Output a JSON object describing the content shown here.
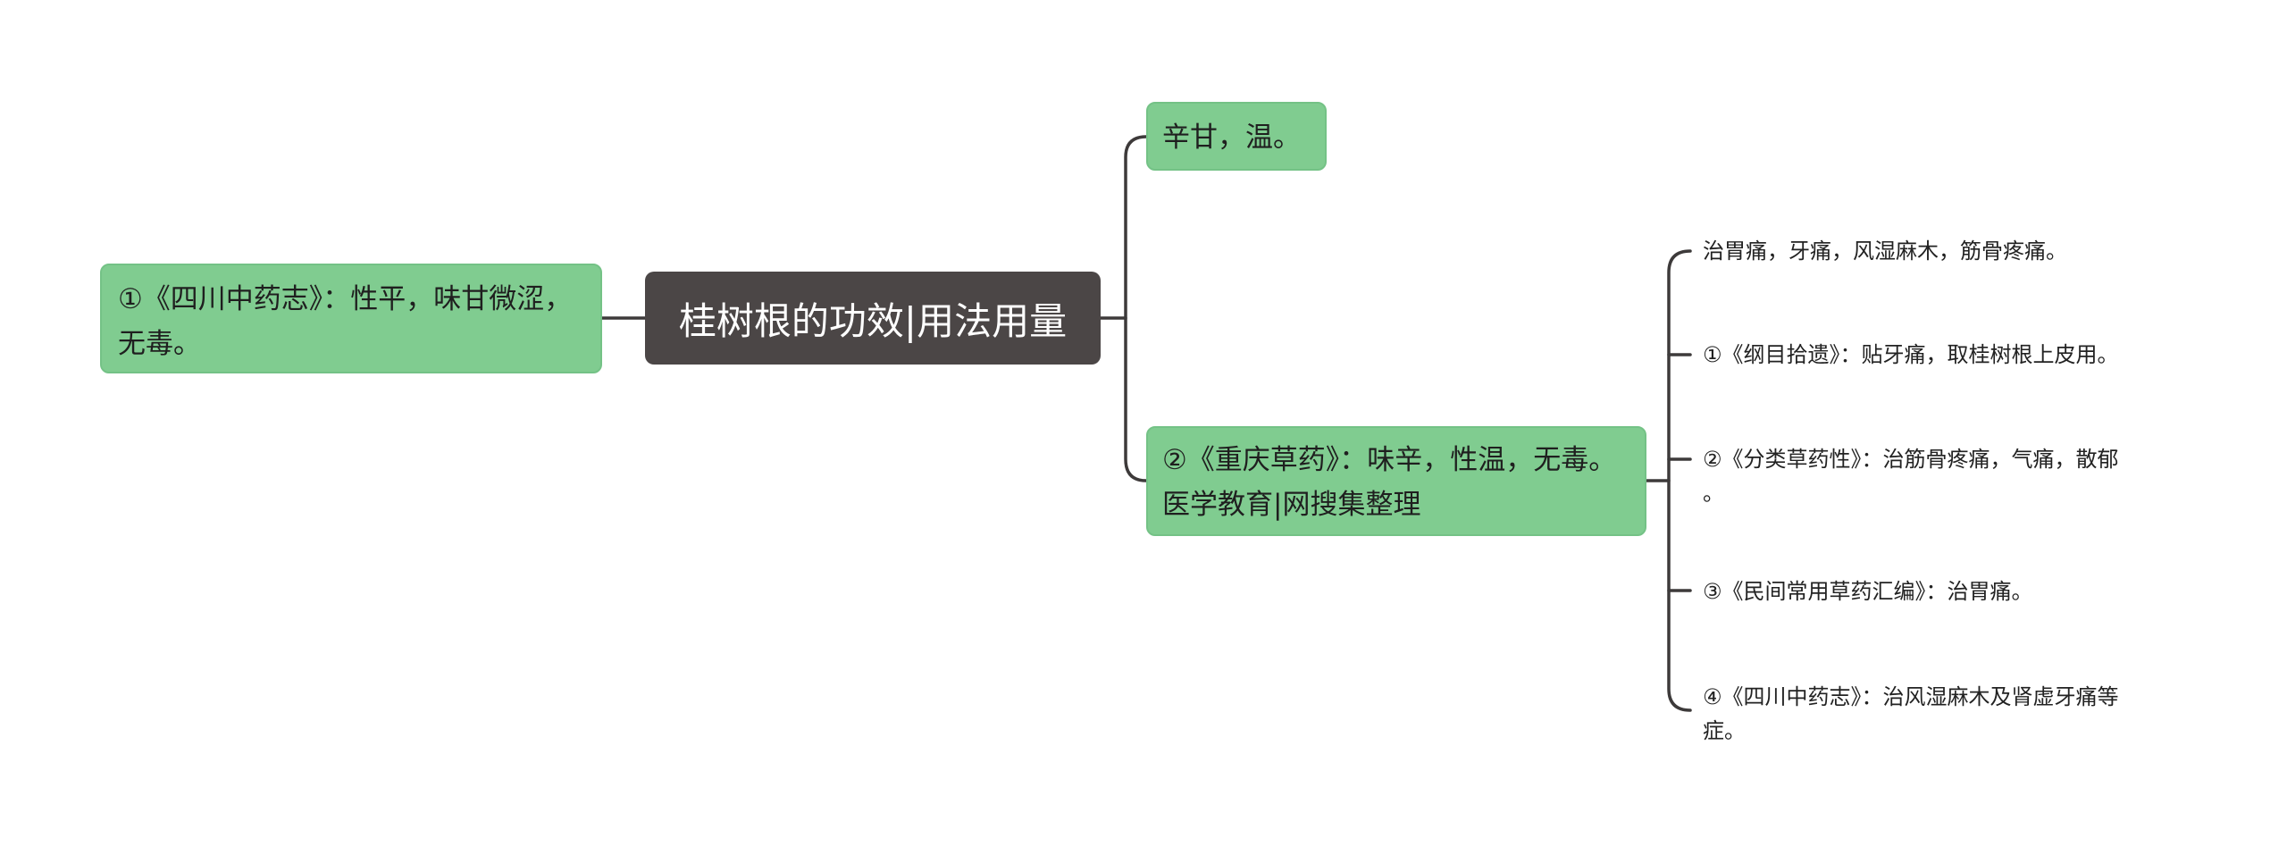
{
  "root": {
    "title": "桂树根的功效|用法用量"
  },
  "left_branch": {
    "text": "①《四川中药志》：性平，味甘微涩，无毒。"
  },
  "right_branches": {
    "taste": {
      "text": "辛甘，温。"
    },
    "chongqing": {
      "text": "②《重庆草药》：味辛，性温，无毒。医学教育|网搜集整理",
      "children": [
        {
          "line1": "治胃痛，牙痛，风湿麻木，筋骨疼痛。"
        },
        {
          "line1": "①《纲目拾遗》：贴牙痛，取桂树根上皮用。"
        },
        {
          "line1": "②《分类草药性》：治筋骨疼痛，气痛，散郁",
          "line2": "。"
        },
        {
          "line1": "③《民间常用草药汇编》：治胃痛。"
        },
        {
          "line1": "④《四川中药志》：治风湿麻木及肾虚牙痛等",
          "line2": "症。"
        }
      ]
    }
  },
  "colors": {
    "root_bg": "#4b4646",
    "node_bg": "#80cc90",
    "connector": "#3d3a3a"
  }
}
